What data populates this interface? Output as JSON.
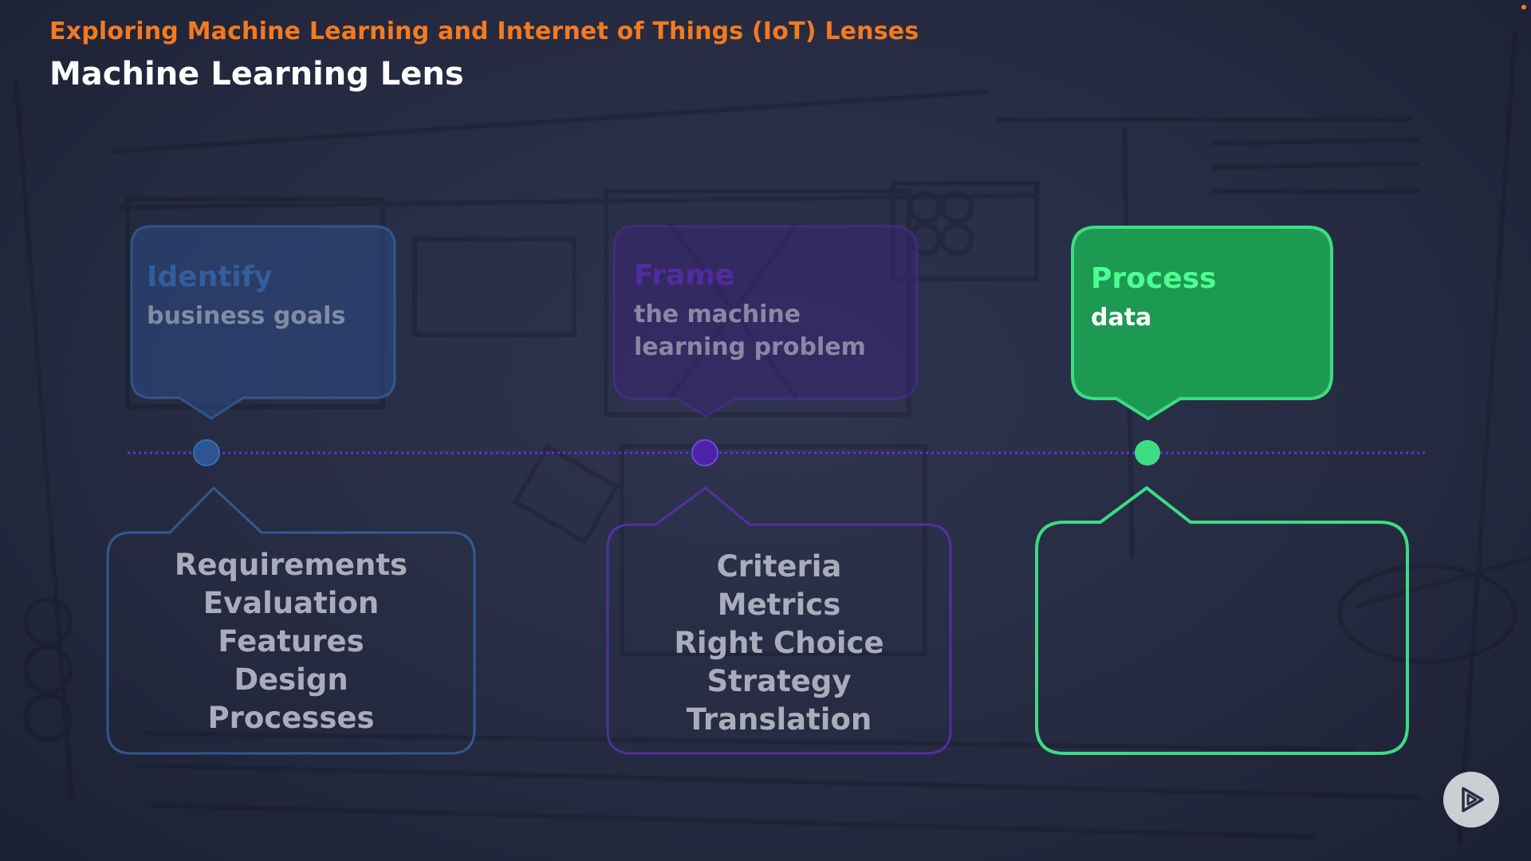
{
  "header": {
    "course_title": "Exploring Machine Learning and Internet of Things (IoT) Lenses",
    "module_title": "Machine Learning Lens"
  },
  "steps": [
    {
      "heading": "Identify",
      "subtitle": "business goals",
      "details": [
        "Requirements",
        "Evaluation",
        "Features",
        "Design",
        "Processes"
      ],
      "color": "#3d78c8",
      "state": "faded"
    },
    {
      "heading": "Frame",
      "subtitle": "the machine learning problem",
      "details": [
        "Criteria",
        "Metrics",
        "Right Choice",
        "Strategy",
        "Translation"
      ],
      "color": "#6a2fd0",
      "state": "faded"
    },
    {
      "heading": "Process",
      "subtitle": "data",
      "details": [],
      "color": "#3ddc84",
      "state": "active"
    }
  ],
  "colors": {
    "accent_orange": "#f47a1f",
    "timeline_purple": "#6a2fd0",
    "background": "#252a40"
  },
  "controls": {
    "play_icon": "play-icon"
  }
}
